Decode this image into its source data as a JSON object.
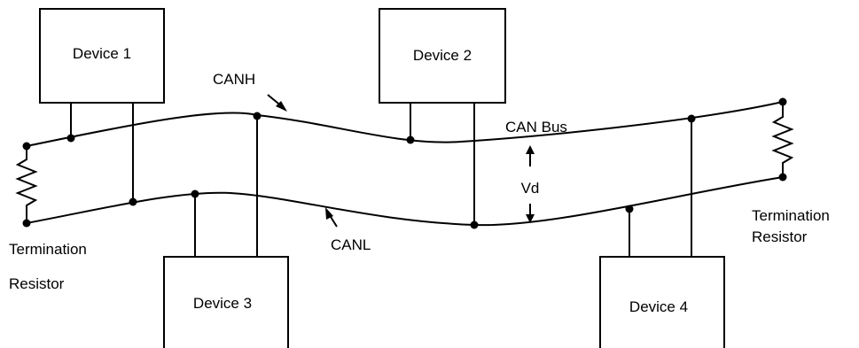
{
  "devices": {
    "device1": "Device 1",
    "device2": "Device 2",
    "device3": "Device 3",
    "device4": "Device 4"
  },
  "bus": {
    "label": "CAN Bus",
    "high_line": "CANH",
    "low_line": "CANL",
    "differential_voltage": "Vd"
  },
  "terminations": {
    "left": [
      "Termination",
      "Resistor"
    ],
    "right": [
      "Termination",
      "Resistor"
    ]
  },
  "colors": {
    "stroke": "#000000",
    "background": "#ffffff"
  }
}
